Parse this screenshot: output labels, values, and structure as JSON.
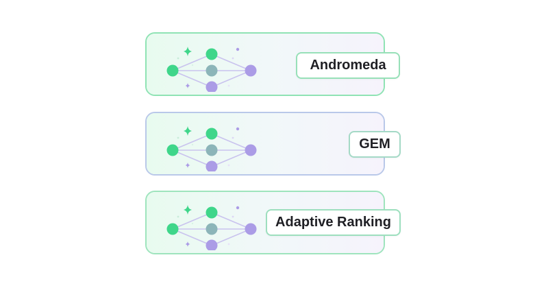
{
  "models": [
    {
      "label": "Andromeda"
    },
    {
      "label": "GEM"
    },
    {
      "label": "Adaptive Ranking"
    }
  ],
  "colors": {
    "green_node": "#3fd68a",
    "teal_node": "#8cb5b9",
    "purple_node": "#ab9ce6",
    "green_border": "#9fe0bd",
    "purple_border": "#c4b6ea",
    "text": "#1f1f24"
  },
  "icons": [
    "neural-network-icon",
    "sparkle-icon"
  ]
}
